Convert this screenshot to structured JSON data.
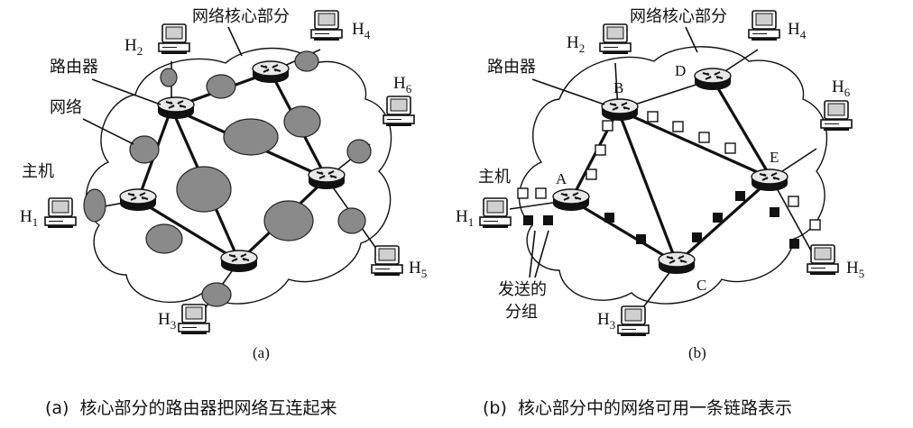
{
  "left": {
    "core_label": "网络核心部分",
    "router_label": "路由器",
    "network_label": "网络",
    "host_label": "主机",
    "panel_label": "(a)",
    "caption": "(a)  核心部分的路由器把网络互连起来",
    "hosts": [
      {
        "name": "H",
        "sub": "1"
      },
      {
        "name": "H",
        "sub": "2"
      },
      {
        "name": "H",
        "sub": "3"
      },
      {
        "name": "H",
        "sub": "4"
      },
      {
        "name": "H",
        "sub": "5"
      },
      {
        "name": "H",
        "sub": "6"
      }
    ]
  },
  "right": {
    "core_label": "网络核心部分",
    "router_label": "路由器",
    "host_label": "主机",
    "packet_label_line1": "发送的",
    "packet_label_line2": "分组",
    "panel_label": "(b)",
    "caption": "(b)  核心部分中的网络可用一条链路表示",
    "nodes": [
      "A",
      "B",
      "C",
      "D",
      "E"
    ],
    "hosts": [
      {
        "name": "H",
        "sub": "1"
      },
      {
        "name": "H",
        "sub": "2"
      },
      {
        "name": "H",
        "sub": "3"
      },
      {
        "name": "H",
        "sub": "4"
      },
      {
        "name": "H",
        "sub": "5"
      },
      {
        "name": "H",
        "sub": "6"
      }
    ]
  },
  "colors": {
    "ink": "#111111",
    "network_blob": "#8a8a8a",
    "packet_filled": "#111111",
    "packet_empty": "#ffffff"
  }
}
